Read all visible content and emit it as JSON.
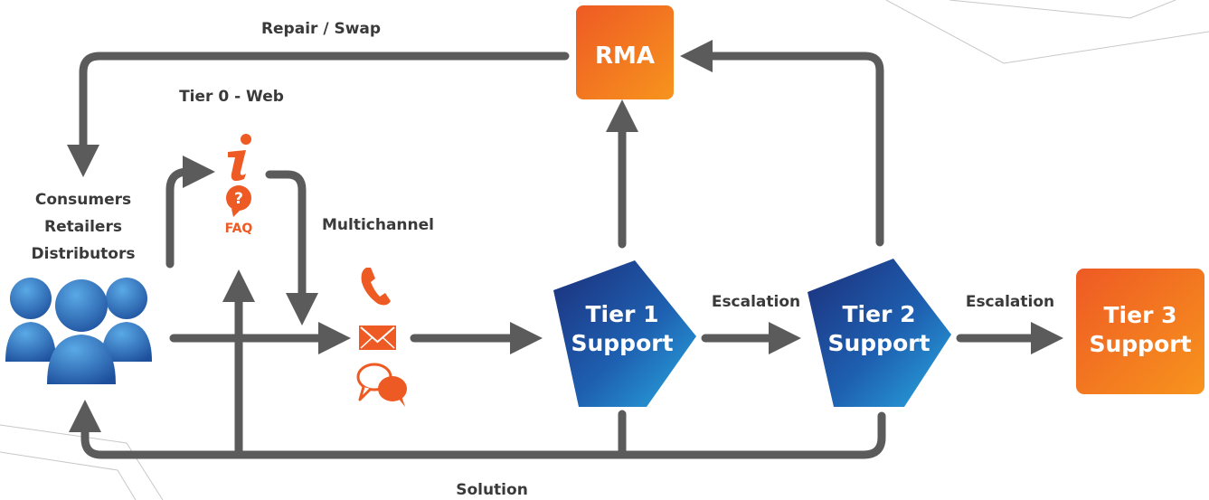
{
  "colors": {
    "arrow": "#5b5b5b",
    "orange": "#ee5a24",
    "orange_light": "#f7941d",
    "blue_dark": "#1c2f7a",
    "blue_light": "#29a9e0"
  },
  "labels": {
    "repair_swap": "Repair / Swap",
    "tier0": "Tier 0 - Web",
    "consumers": "Consumers",
    "retailers": "Retailers",
    "distributors": "Distributors",
    "multichannel": "Multichannel",
    "escalation_1": "Escalation",
    "escalation_2": "Escalation",
    "solution": "Solution",
    "faq": "FAQ"
  },
  "nodes": {
    "rma": "RMA",
    "tier1": {
      "line1": "Tier 1",
      "line2": "Support"
    },
    "tier2": {
      "line1": "Tier 2",
      "line2": "Support"
    },
    "tier3": {
      "line1": "Tier 3",
      "line2": "Support"
    }
  },
  "icons": [
    "users-group-icon",
    "info-icon",
    "question-icon",
    "phone-icon",
    "envelope-icon",
    "chat-bubbles-icon"
  ]
}
